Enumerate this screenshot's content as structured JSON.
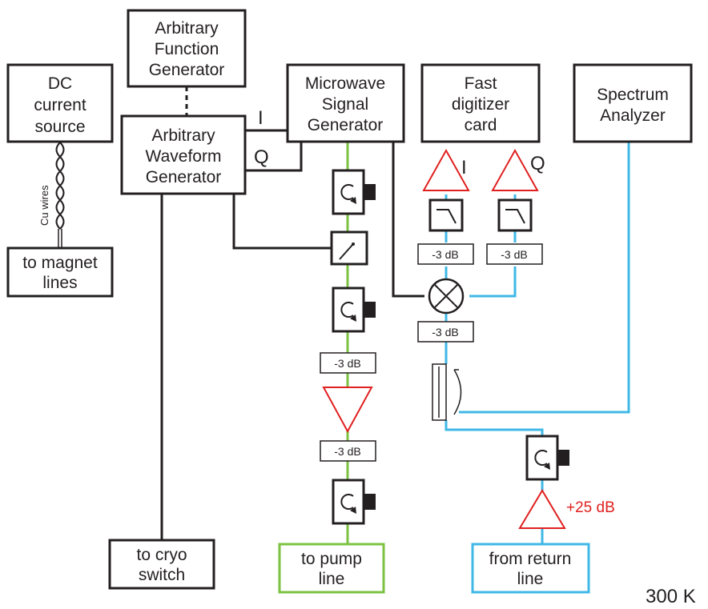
{
  "boxes": {
    "dc_source": [
      "DC",
      "current",
      "source"
    ],
    "afg": [
      "Arbitrary",
      "Function",
      "Generator"
    ],
    "awg": [
      "Arbitrary",
      "Waveform",
      "Generator"
    ],
    "mw_gen": [
      "Microwave",
      "Signal",
      "Generator"
    ],
    "digitizer": [
      "Fast",
      "digitizer",
      "card"
    ],
    "spectrum": [
      "Spectrum",
      "Analyzer"
    ],
    "magnet": [
      "to magnet",
      "lines"
    ],
    "cryo": [
      "to cryo",
      "switch"
    ],
    "pump": [
      "to pump",
      "line"
    ],
    "return": [
      "from return",
      "line"
    ]
  },
  "labels": {
    "cu_wires": "Cu wires",
    "awg_i": "I",
    "awg_q": "Q",
    "amp_i": "I",
    "amp_q": "Q",
    "gain": "+25 dB",
    "temperature": "300 K"
  },
  "attenuators": {
    "pump_1": "-3 dB",
    "pump_2": "-3 dB",
    "filter_i": "-3 dB",
    "filter_q": "-3 dB",
    "mixer_rf": "-3 dB"
  },
  "colors": {
    "pump_line": "#7cc242",
    "readout_line": "#3fb8e6",
    "amplifier": "#e0201f",
    "control_line": "#231f20"
  }
}
